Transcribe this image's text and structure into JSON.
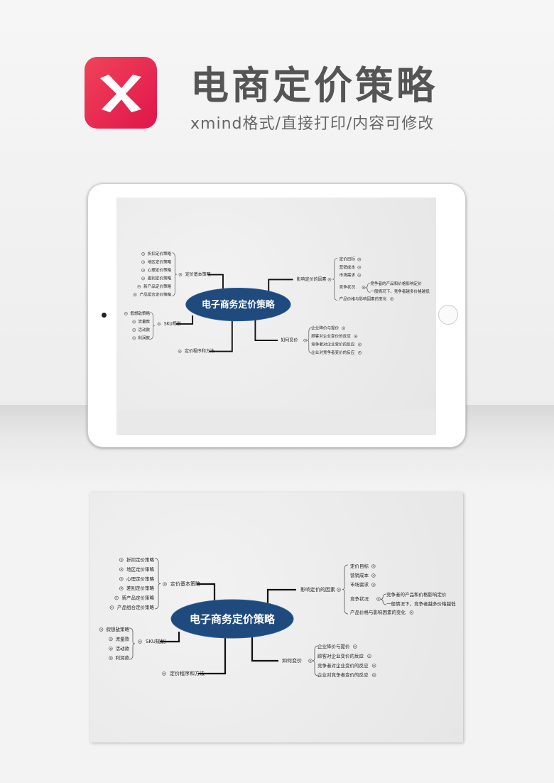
{
  "header": {
    "title": "电商定价策略",
    "subtitle": "xmind格式/直接打印/内容可修改",
    "logo": "xmind-logo",
    "brand_color": "#e8264f"
  },
  "mindmap": {
    "center": "电子商务定价策略",
    "center_color": "#1f4a7e",
    "branches": [
      {
        "label": "定价基本策略",
        "side": "left",
        "children": [
          "折扣定价策略",
          "地区定价策略",
          "心理定价策略",
          "差别定价策略",
          "新产品定价策略",
          "产品组合定价策略"
        ]
      },
      {
        "label": "SKU规划",
        "side": "left",
        "children": [
          "假想敌策略",
          "流量款",
          "活动款",
          "利润款"
        ]
      },
      {
        "label": "定价程序和方法",
        "side": "left",
        "children": []
      },
      {
        "label": "影响定价的因素",
        "side": "right",
        "children": [
          "定价目标",
          "营销成本",
          "市场需求",
          "竞争状况",
          "产品价格与影响因素的变化"
        ],
        "sub": {
          "竞争状况": [
            "竞争者的产品和价格影响定价",
            "一般情况下，竞争者越多价格越低"
          ]
        }
      },
      {
        "label": "如何变价",
        "side": "right",
        "children": [
          "企业降价与提价",
          "顾客对企业变价的反应",
          "竞争者对企业变价的反应",
          "企业对竞争者变价的反应"
        ]
      }
    ]
  }
}
